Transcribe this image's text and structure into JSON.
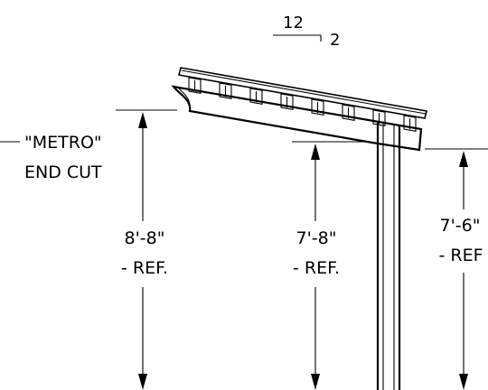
{
  "pitch": {
    "rise": "12",
    "run": "2"
  },
  "end_cut": {
    "line1": "\"METRO\"",
    "line2": "END CUT"
  },
  "dimensions": [
    {
      "value": "8'-8\"",
      "note": "- REF."
    },
    {
      "value": "7'-8\"",
      "note": "- REF."
    },
    {
      "value": "7'-6\"",
      "note": "- REF"
    }
  ]
}
